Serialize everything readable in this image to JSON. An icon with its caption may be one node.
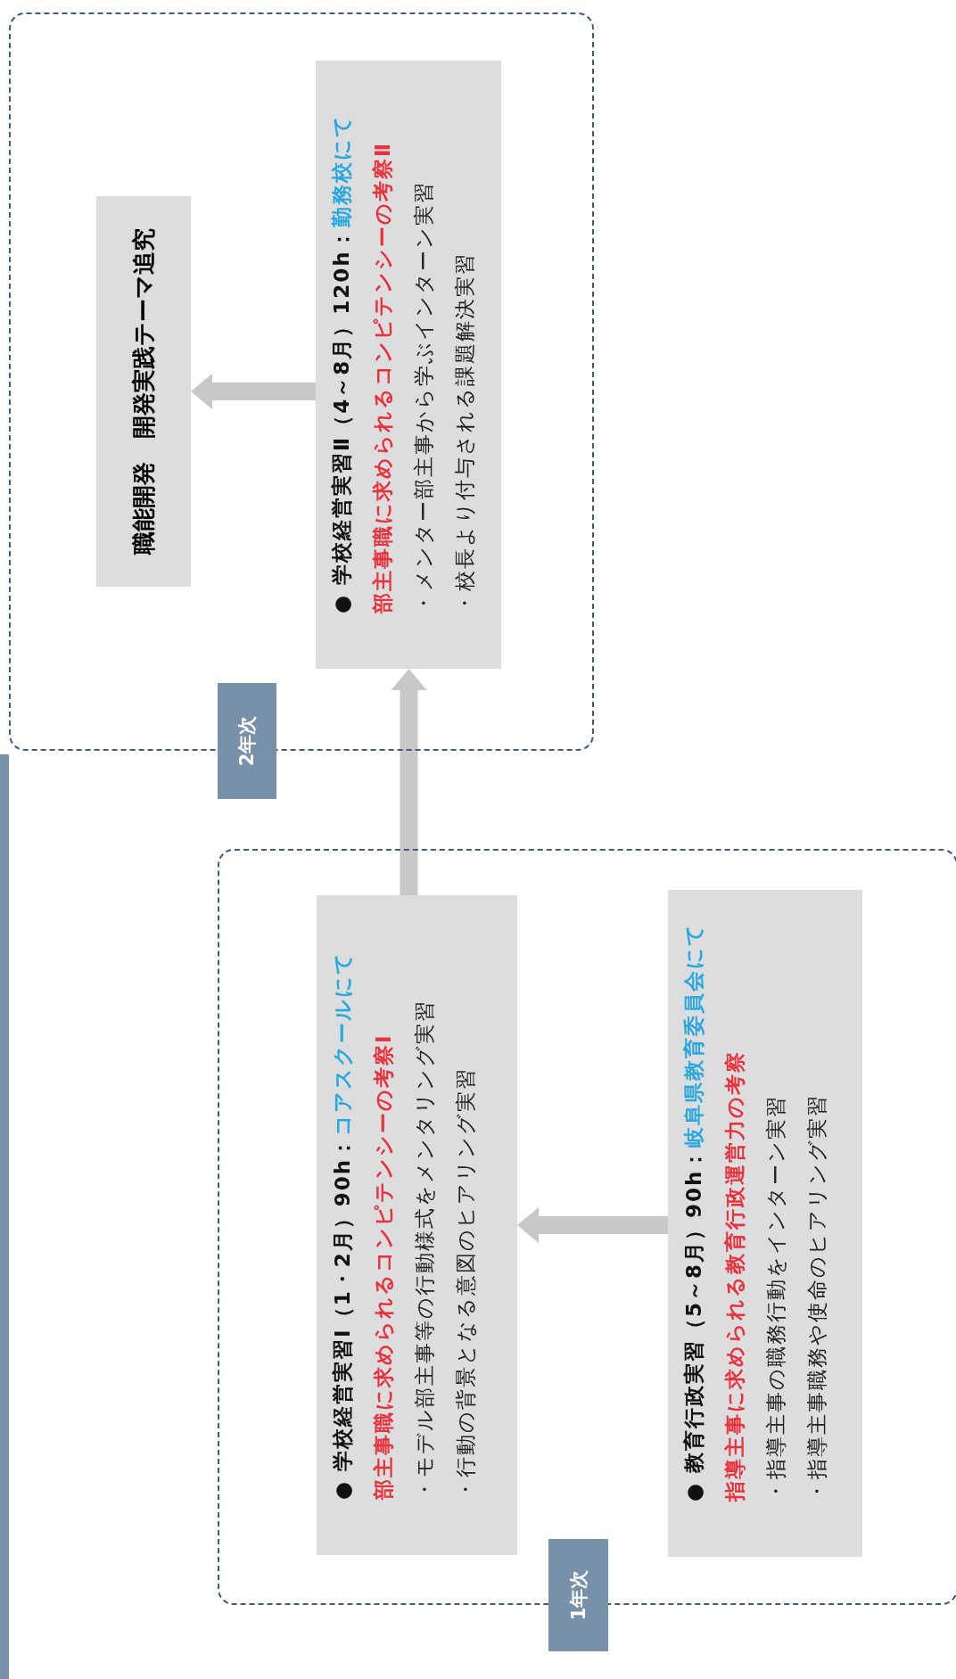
{
  "diagram": {
    "nodes": [
      {
        "text": [
          "2年次"
        ]
      },
      {
        "text": [
          "職能開発　開発実践テーマ追究"
        ],
        "in": 0
      },
      {
        "text": [
          "● 学校経営実習Ⅱ（4～8月）120h：",
          "勤務校にて",
          "部主事職に求められるコンピテンシーの考察Ⅱ",
          "・メンター部主事から学ぶインターン実習",
          "・校長より付与される課題解決実習"
        ],
        "in": 0
      },
      {
        "text": [
          "1年次"
        ]
      },
      {
        "text": [
          "● 学校経営実習Ⅰ（1・2月）90h：",
          "コアスクールにて",
          "部主事職に求められるコンピテンシーの考察Ⅰ",
          "・モデル部主事等の行動様式をメンタリング実習",
          "・行動の背景となる意図のヒアリング実習"
        ],
        "in": 3
      },
      {
        "text": [
          "● 教育行政実習（5～8月）90h：",
          "岐阜県教育委員会にて",
          "指導主事に求められる教育行政運営力の考察",
          "・指導主事の職務行動をインターン実習",
          "・指導主事職務や使命のヒアリング実習"
        ],
        "in": 3
      }
    ],
    "edges": [
      {
        "from": 2,
        "to": 1,
        "arrow": "to"
      },
      {
        "from": 4,
        "to": 2,
        "arrow": "to"
      },
      {
        "from": 5,
        "to": 4,
        "arrow": "to"
      }
    ]
  }
}
